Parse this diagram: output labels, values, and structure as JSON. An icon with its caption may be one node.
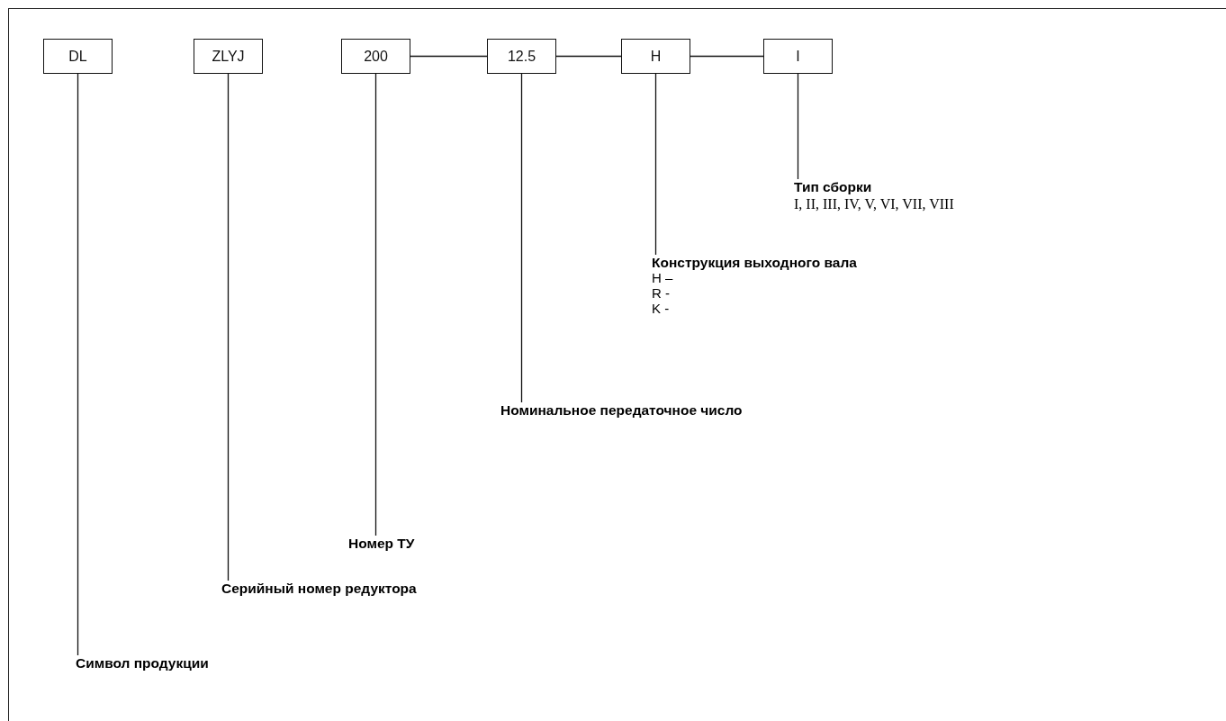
{
  "diagram": {
    "nodes": [
      {
        "text": [
          "DL"
        ]
      },
      {
        "text": [
          "ZLYJ"
        ]
      },
      {
        "text": [
          "200"
        ]
      },
      {
        "text": [
          "12.5"
        ]
      },
      {
        "text": [
          "H"
        ]
      },
      {
        "text": [
          "I"
        ]
      },
      {
        "text": [
          "Тип сборки",
          "I, II, III, IV, V, VI, VII, VIII"
        ]
      },
      {
        "text": [
          "Конструкция выходного вала",
          "H –",
          "R -",
          "K -"
        ]
      },
      {
        "text": [
          "Номинальное передаточное число"
        ]
      },
      {
        "text": [
          "Номер ТУ"
        ]
      },
      {
        "text": [
          "Серийный номер редуктора"
        ]
      },
      {
        "text": [
          "Символ продукции"
        ]
      }
    ],
    "edges": [
      {
        "from": 2,
        "to": 3,
        "arrow": "none"
      },
      {
        "from": 3,
        "to": 4,
        "arrow": "none"
      },
      {
        "from": 4,
        "to": 5,
        "arrow": "none"
      },
      {
        "from": 6,
        "to": 5,
        "arrow": "none"
      },
      {
        "from": 7,
        "to": 4,
        "arrow": "none"
      },
      {
        "from": 8,
        "to": 3,
        "arrow": "none"
      },
      {
        "from": 9,
        "to": 2,
        "arrow": "none"
      },
      {
        "from": 10,
        "to": 1,
        "arrow": "none"
      },
      {
        "from": 11,
        "to": 0,
        "arrow": "none"
      }
    ]
  }
}
